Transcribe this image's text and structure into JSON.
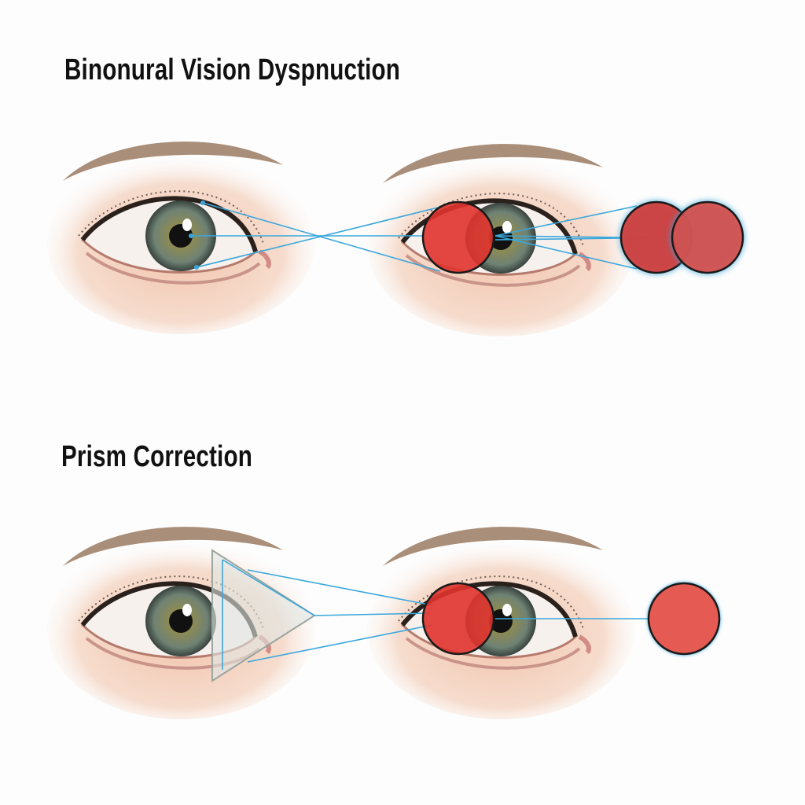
{
  "sections": [
    {
      "title": "Binonural Vision Dyspnuction"
    },
    {
      "title": "Prism Correction"
    }
  ],
  "colors": {
    "ray": "#3aa7dc",
    "image_fill": "#e0332c",
    "image_stroke": "#1a1a1a",
    "iris": "#6d7f70",
    "skin": "#f1c9b4",
    "background": "#fdfdfd"
  },
  "icons": [
    "eye-illustration",
    "prism",
    "double-image",
    "single-image"
  ]
}
